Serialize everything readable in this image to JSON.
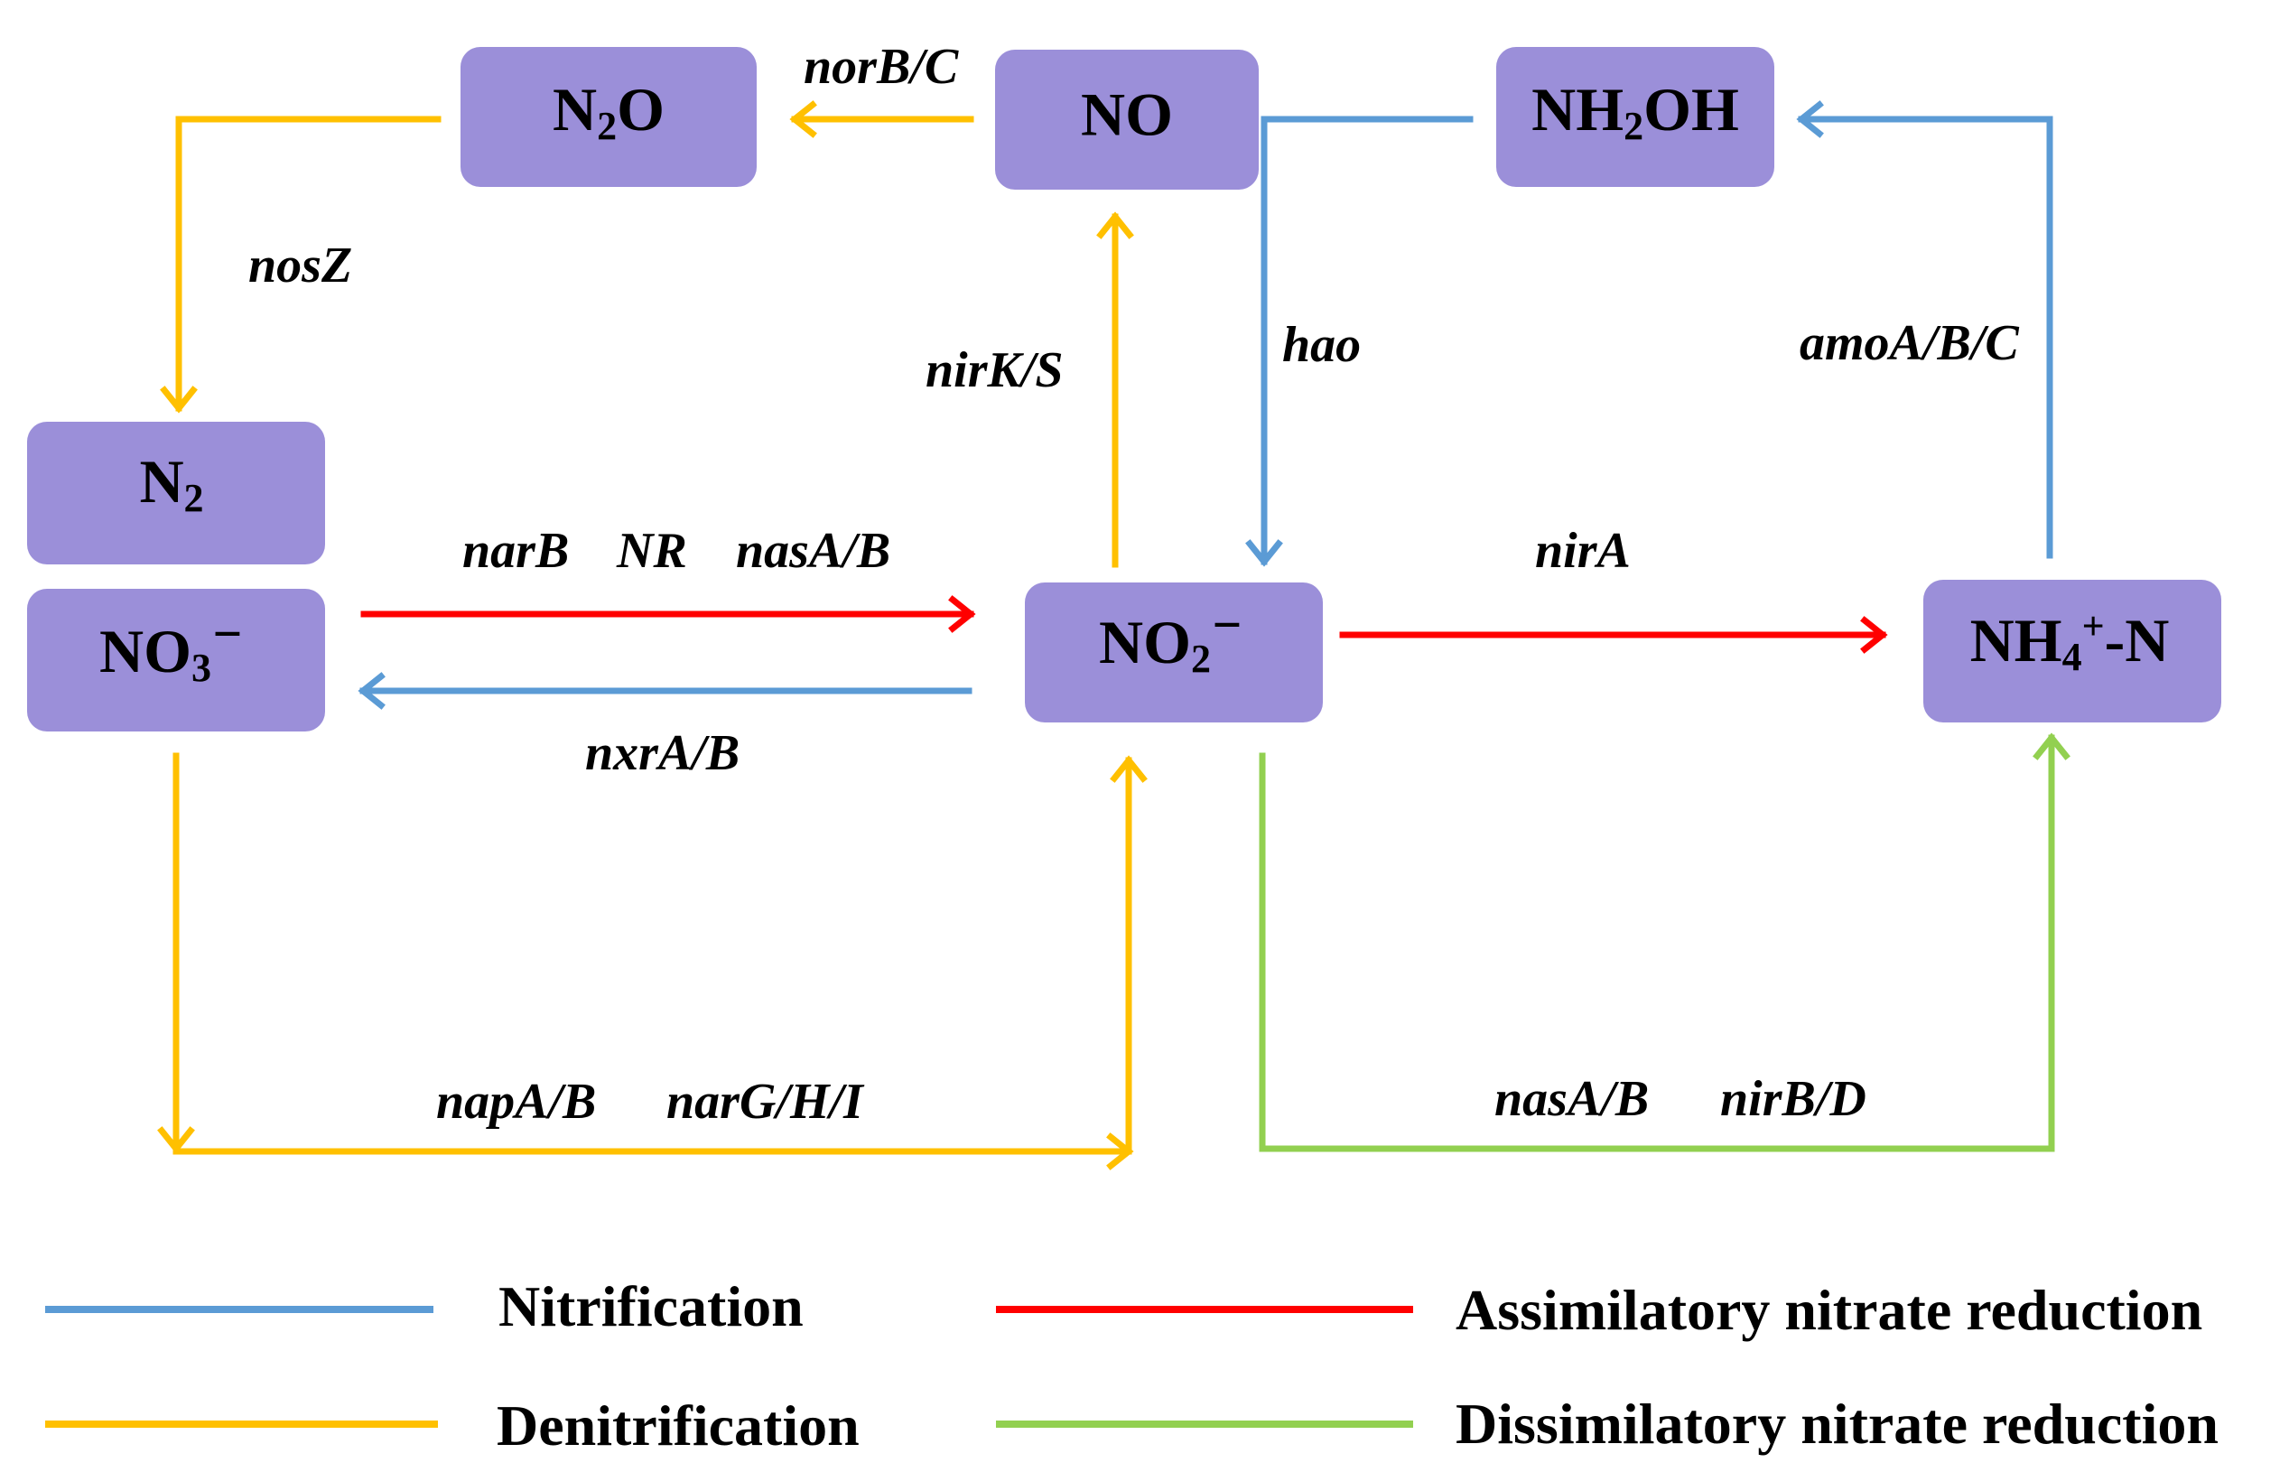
{
  "colors": {
    "node_fill": "#9b8fd9",
    "nitrification": "#5b9bd5",
    "denitrification": "#ffc000",
    "assimilatory": "#ff0000",
    "dissimilatory": "#92d050"
  },
  "nodes": {
    "n2o": {
      "main": "N",
      "sub": "2",
      "tail": "O"
    },
    "no": {
      "main": "NO"
    },
    "nh2oh": {
      "main": "NH",
      "sub": "2",
      "tail": "OH"
    },
    "n2": {
      "main": "N",
      "sub": "2"
    },
    "no3": {
      "main": "NO",
      "sub": "3",
      "tail": "⁻"
    },
    "no2": {
      "main": "NO",
      "sub": "2",
      "tail": "⁻"
    },
    "nh4": {
      "main": "NH",
      "sub": "4",
      "sup": "+",
      "tail": "-N"
    }
  },
  "genes": {
    "norBC": "norB/C",
    "nosZ": "nosZ",
    "nirKS": "nirK/S",
    "hao": "hao",
    "amoABC": "amoA/B/C",
    "narB": "narB",
    "NR": "NR",
    "nasAB_top": "nasA/B",
    "nirA": "nirA",
    "nxrAB": "nxrA/B",
    "napAB": "napA/B",
    "narGHI": "narG/H/I",
    "nasAB_bottom": "nasA/B",
    "nirBD": "nirB/D"
  },
  "legend": {
    "nitrification": "Nitrification",
    "denitrification": "Denitrification",
    "assimilatory": "Assimilatory nitrate reduction",
    "dissimilatory": "Dissimilatory nitrate reduction"
  }
}
